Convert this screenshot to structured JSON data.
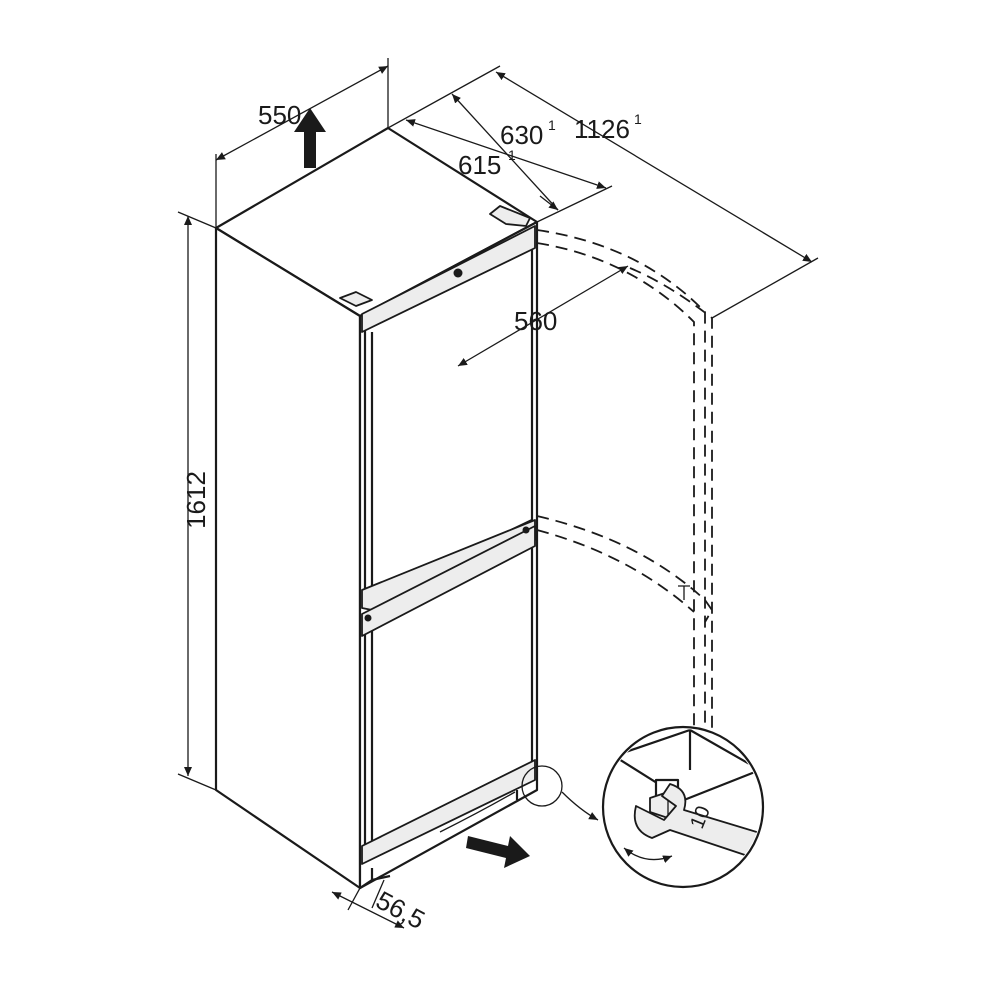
{
  "dimensions": {
    "width": "550",
    "depth_door_open_total": "1126",
    "depth_with_handle": "630",
    "depth_body": "615",
    "footnote_marker": "1",
    "inner_depth": "560",
    "height": "1612",
    "foot_offset": "56,5"
  },
  "detail": {
    "wrench_size": "10"
  },
  "colors": {
    "line": "#1a1a1a",
    "handle_fill": "#ededed",
    "background": "#ffffff"
  },
  "icons": {
    "arrow_up": "arrow-up-icon",
    "arrow_in": "arrow-right-icon",
    "rotate": "rotate-icon"
  }
}
